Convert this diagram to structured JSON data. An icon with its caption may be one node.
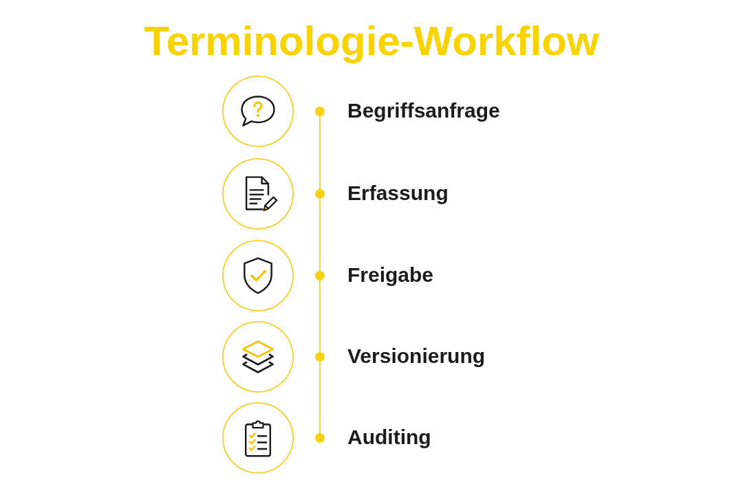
{
  "diagram": {
    "title": "Terminologie-Workflow",
    "nodes": [
      {
        "text": [],
        "shape": "circle"
      },
      {
        "text": [],
        "shape": "circle",
        "beside": [
          "Begriffsanfrage"
        ]
      },
      {
        "text": [],
        "shape": "circle"
      },
      {
        "text": [],
        "shape": "circle",
        "beside": [
          "Erfassung"
        ]
      },
      {
        "text": [],
        "shape": "circle"
      },
      {
        "text": [],
        "shape": "circle",
        "beside": [
          "Freigabe"
        ]
      },
      {
        "text": [],
        "shape": "circle"
      },
      {
        "text": [],
        "shape": "circle",
        "beside": [
          "Versionierung"
        ]
      },
      {
        "text": [],
        "shape": "circle"
      },
      {
        "text": [],
        "shape": "circle",
        "beside": [
          "Auditing"
        ]
      }
    ],
    "edges": [
      {
        "from": 1,
        "to": 3,
        "arrow": "none"
      },
      {
        "from": 3,
        "to": 5,
        "arrow": "none"
      },
      {
        "from": 5,
        "to": 7,
        "arrow": "none"
      },
      {
        "from": 7,
        "to": 9,
        "arrow": "none"
      }
    ]
  }
}
